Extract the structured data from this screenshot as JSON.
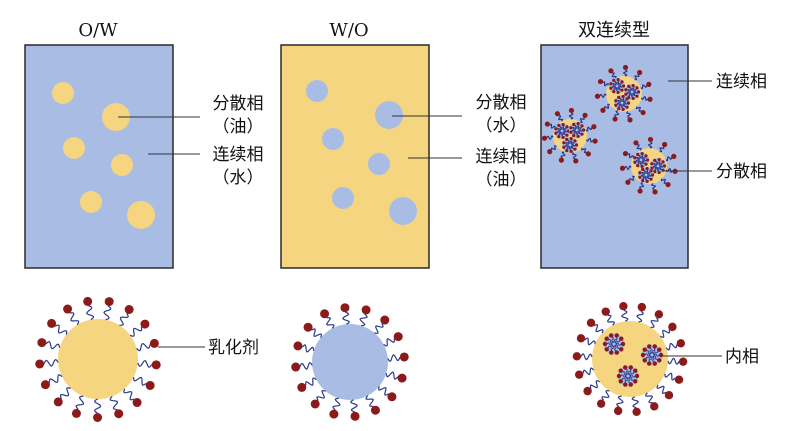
{
  "panels": {
    "ow": {
      "title": "O/W",
      "dispersed_line1": "分散相",
      "dispersed_line2": "（油）",
      "continuous_line1": "连续相",
      "continuous_line2": "（水）"
    },
    "wo": {
      "title": "W/O",
      "dispersed_line1": "分散相",
      "dispersed_line2": "（水）",
      "continuous_line1": "连续相",
      "continuous_line2": "（油）"
    },
    "double": {
      "title": "双连续型",
      "continuous_label": "连续相",
      "dispersed_label": "分散相"
    }
  },
  "droplets": {
    "emulsifier_label": "乳化剂",
    "inner_phase_label": "内相"
  },
  "colors": {
    "water": "#a9bde4",
    "oil": "#f5d580",
    "border": "#2a2a2a",
    "surfactant_head": "#8b1a1a",
    "surfactant_tail": "#2b3a8c",
    "leader": "#333333"
  }
}
